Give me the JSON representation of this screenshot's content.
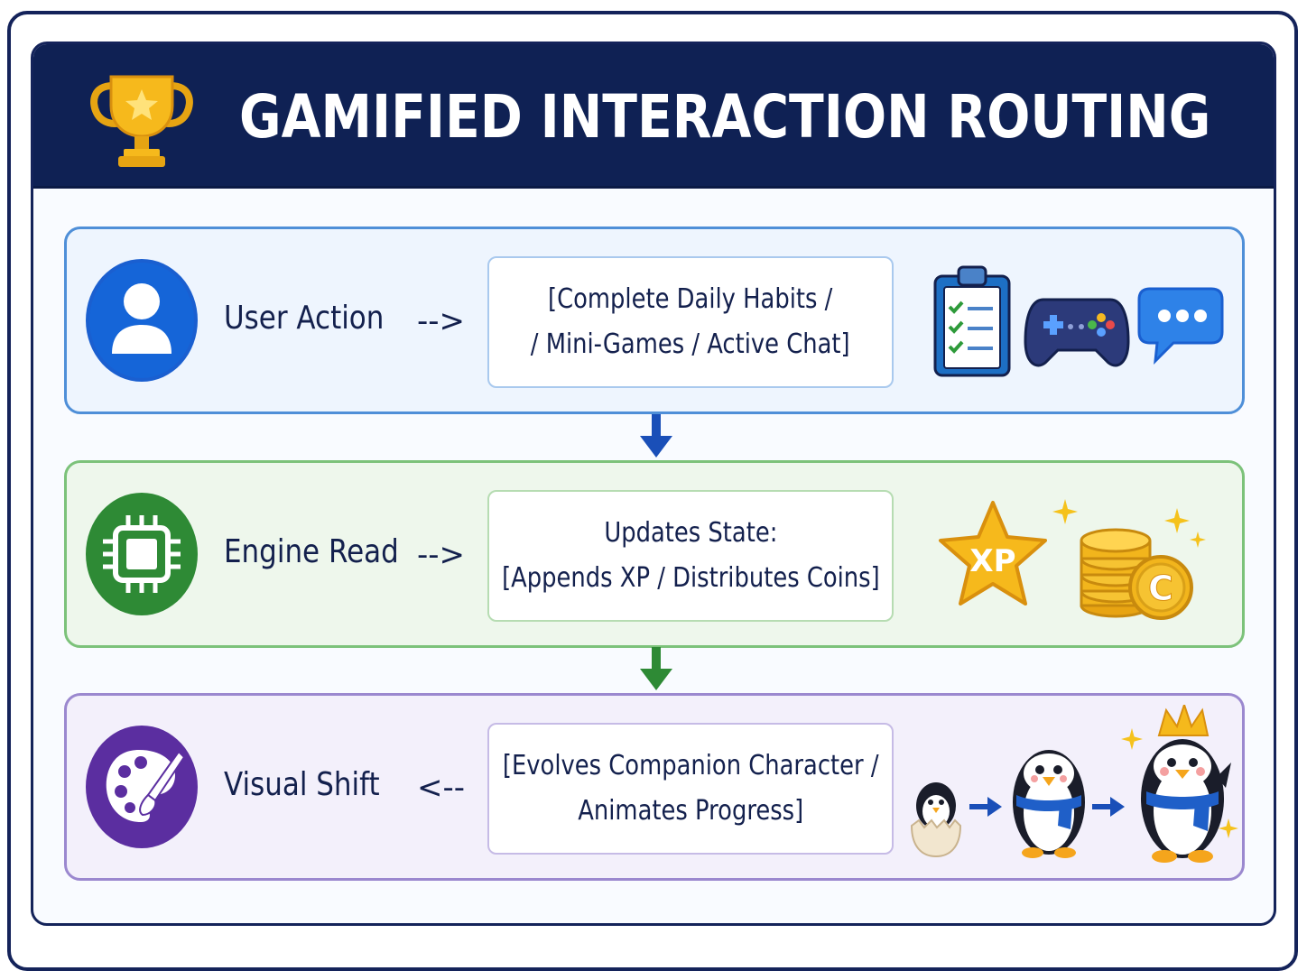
{
  "header": {
    "title": "GAMIFIED INTERACTION ROUTING",
    "icon": "trophy-icon"
  },
  "rows": [
    {
      "label": "User Action",
      "arrow": "-->",
      "detail_lines": [
        "[Complete Daily Habits /",
        "/ Mini-Games / Active Chat]"
      ],
      "icon": "user-icon",
      "accent": "#1a5fd0",
      "side_icons": [
        "clipboard-checklist-icon",
        "gamepad-icon",
        "chat-bubble-icon"
      ]
    },
    {
      "label": "Engine Read",
      "arrow": "-->",
      "detail_lines": [
        "Updates State:",
        "[Appends XP / Distributes Coins]"
      ],
      "icon": "chip-icon",
      "accent": "#2e8a35",
      "side_icons": [
        "xp-star-icon",
        "coin-stack-icon"
      ],
      "xp_text": "XP",
      "coin_text": "C"
    },
    {
      "label": "Visual Shift",
      "arrow": "<--",
      "detail_lines": [
        "[Evolves Companion Character /",
        "Animates Progress]"
      ],
      "icon": "palette-icon",
      "accent": "#5b2ea0",
      "side_icons": [
        "penguin-hatchling-icon",
        "penguin-scarf-icon",
        "penguin-crowned-icon"
      ]
    }
  ],
  "colors": {
    "header_bg": "#0f2154",
    "arrow_blue": "#1a4fb8",
    "arrow_green": "#2e8a35"
  }
}
